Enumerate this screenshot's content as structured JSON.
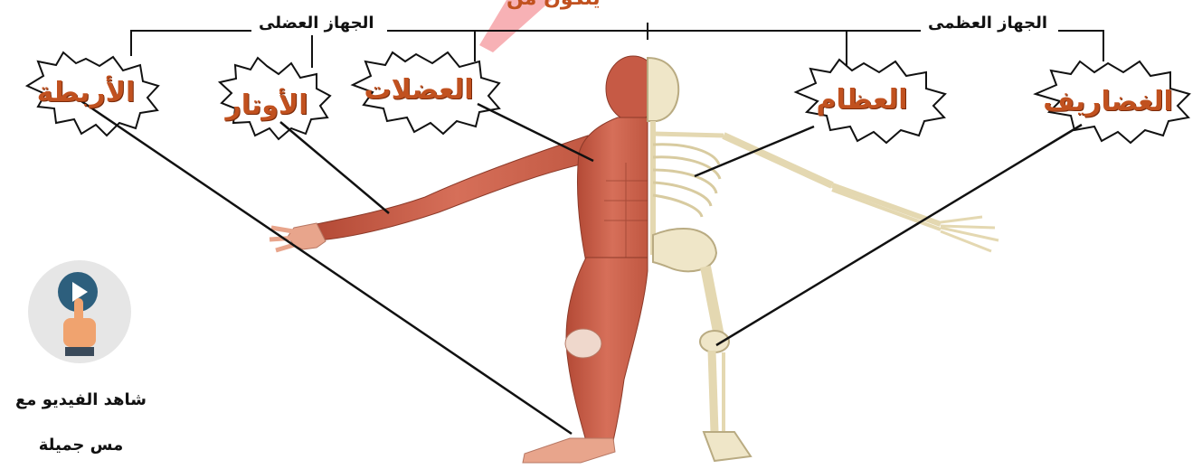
{
  "top_title": "يتكون من",
  "systems": {
    "muscular": "الجهاز العضلى",
    "skeletal": "الجهاز العظمى"
  },
  "parts": {
    "ligaments": "الأربطة",
    "tendons": "الأوتار",
    "muscles": "العضلات",
    "bones": "العظام",
    "cartilage": "الغضاريف"
  },
  "video": {
    "line1": "شاهد الفيديو مع",
    "line2": "مس جميلة"
  },
  "colors": {
    "label_orange": "#c1511f",
    "muscle_red": "#c65a45",
    "bone_ivory": "#efe6c8",
    "play_blue": "#2d5f7d",
    "hand_skin": "#f0a36f"
  },
  "icons": {
    "play_button": "play-button-icon",
    "pointing_hand": "pointing-hand-icon"
  }
}
